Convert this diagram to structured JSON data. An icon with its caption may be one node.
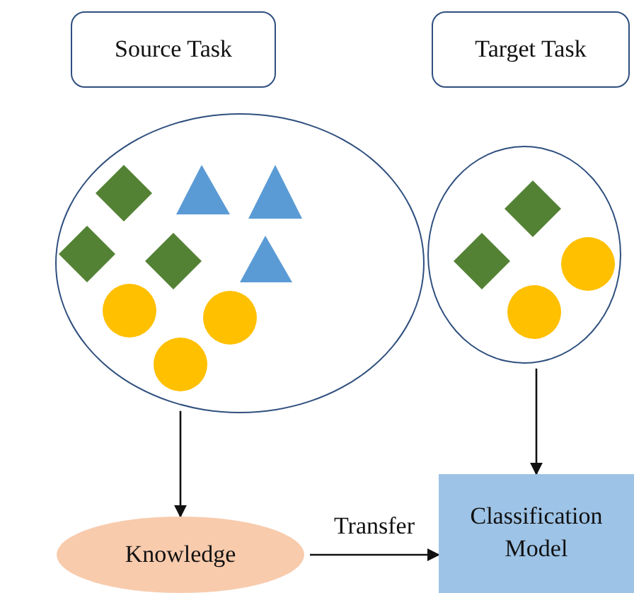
{
  "diagram": {
    "nodes": [
      {
        "text": [
          "Source Task"
        ]
      },
      {
        "text": [
          "Target Task"
        ]
      },
      {
        "text": [],
        "shape": "circle"
      },
      {
        "text": [],
        "shape": "circle"
      },
      {
        "text": [
          "Knowledge"
        ]
      },
      {
        "text": [
          "Classification Model"
        ]
      }
    ],
    "edges": [
      {
        "from": 2,
        "to": 4,
        "arrow": "to"
      },
      {
        "from": 3,
        "to": 5,
        "arrow": "to"
      },
      {
        "from": 4,
        "to": 5,
        "arrow": "to",
        "label": "Transfer"
      }
    ]
  }
}
